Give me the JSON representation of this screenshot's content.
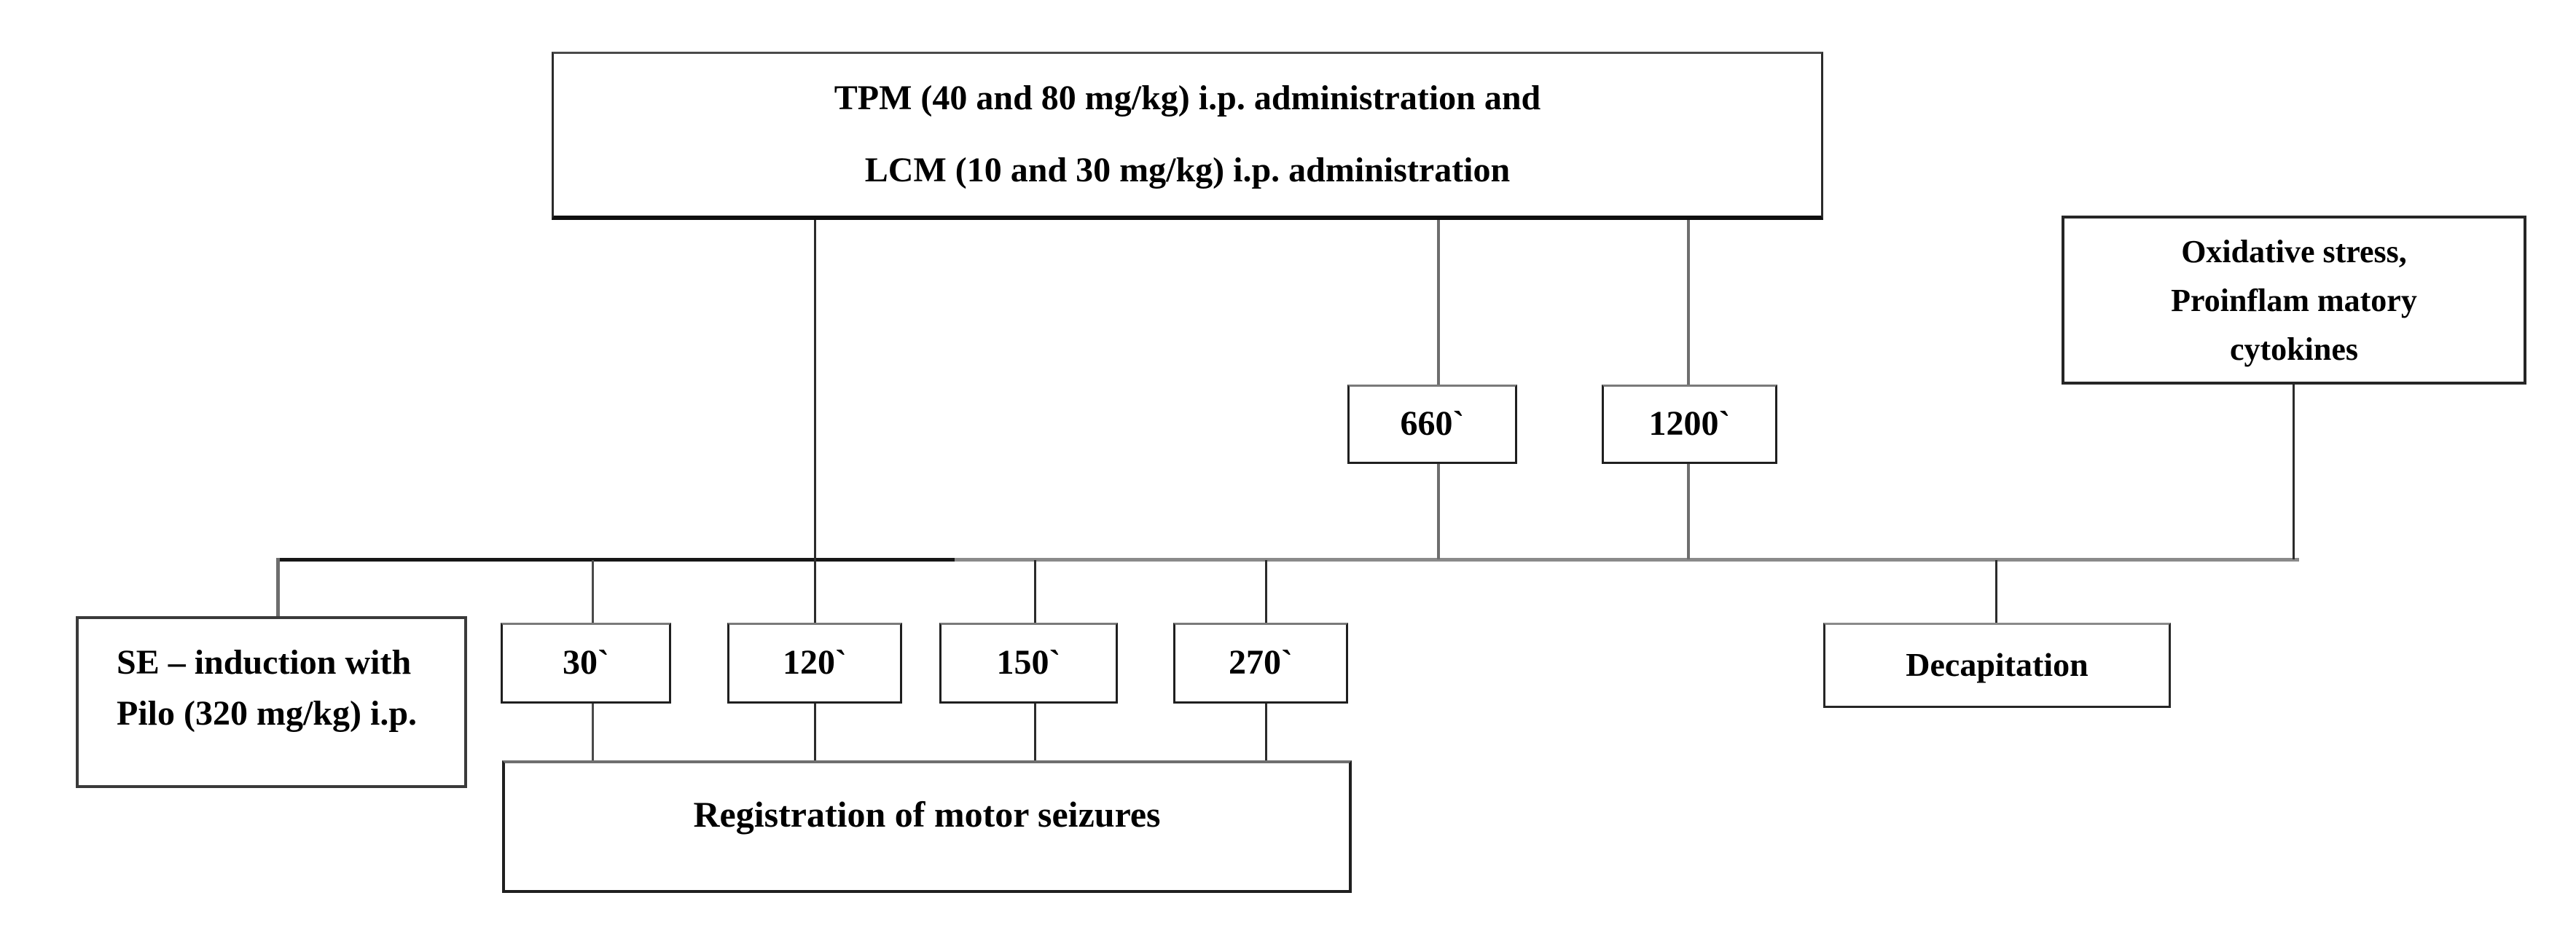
{
  "flowchart": {
    "treatment_box": {
      "line1": "TPM (40 and 80 mg/kg) i.p. administration and",
      "line2": "LCM (10 and 30 mg/kg) i.p. administration"
    },
    "analysis_box": {
      "line1": "Oxidative stress,",
      "line2": "Proinflam matory",
      "line3": "cytokines"
    },
    "se_box": {
      "line1": "SE – induction with",
      "line2": "Pilo (320 mg/kg) i.p."
    },
    "timepoints": {
      "t660": "660`",
      "t1200": "1200`",
      "t30": "30`",
      "t120": "120`",
      "t150": "150`",
      "t270": "270`"
    },
    "decapitation_box": {
      "label": "Decapitation"
    },
    "registration_box": {
      "label": "Registration of motor seizures"
    }
  },
  "colors": {
    "background": "#ffffff",
    "text": "#000000",
    "box_border_dark": "#262626",
    "box_border_gray_top": "#7a7a7a",
    "timeline_left": "#161616",
    "timeline_right": "#8a8a8a",
    "connector_thin": "#2b2b2b",
    "connector_thick_gray": "#6e6e6e"
  }
}
